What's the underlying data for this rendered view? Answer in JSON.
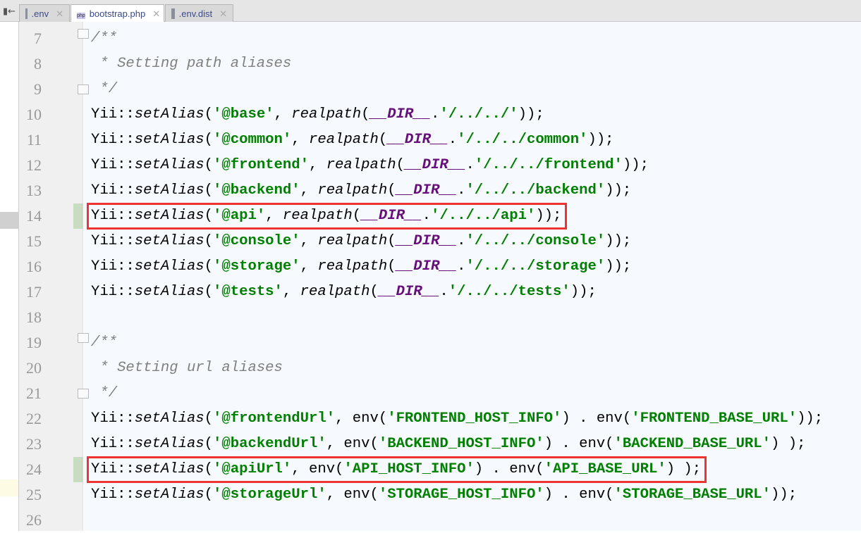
{
  "tabs": [
    {
      "label": ".env",
      "icon": "file-icon",
      "active": false
    },
    {
      "label": "bootstrap.php",
      "icon": "php-file-icon",
      "active": true
    },
    {
      "label": ".env.dist",
      "icon": "file-icon",
      "active": false
    }
  ],
  "php_badge": "php",
  "lines": [
    {
      "n": "7",
      "t": [
        [
          "cm",
          "/**"
        ]
      ],
      "fold": true
    },
    {
      "n": "8",
      "t": [
        [
          "cm",
          " * Setting path aliases"
        ]
      ]
    },
    {
      "n": "9",
      "t": [
        [
          "cm",
          " */"
        ]
      ],
      "fold": true
    },
    {
      "n": "10",
      "t": [
        [
          "p",
          "Yii::"
        ],
        [
          "fn",
          "setAlias"
        ],
        [
          "p",
          "("
        ],
        [
          "str",
          "'@base'"
        ],
        [
          "p",
          ", "
        ],
        [
          "fn",
          "realpath"
        ],
        [
          "p",
          "("
        ],
        [
          "const",
          "__DIR__"
        ],
        [
          "p",
          "."
        ],
        [
          "str",
          "'/../../'"
        ],
        [
          "p",
          "));"
        ]
      ]
    },
    {
      "n": "11",
      "t": [
        [
          "p",
          "Yii::"
        ],
        [
          "fn",
          "setAlias"
        ],
        [
          "p",
          "("
        ],
        [
          "str",
          "'@common'"
        ],
        [
          "p",
          ", "
        ],
        [
          "fn",
          "realpath"
        ],
        [
          "p",
          "("
        ],
        [
          "const",
          "__DIR__"
        ],
        [
          "p",
          "."
        ],
        [
          "str",
          "'/../../common'"
        ],
        [
          "p",
          "));"
        ]
      ]
    },
    {
      "n": "12",
      "t": [
        [
          "p",
          "Yii::"
        ],
        [
          "fn",
          "setAlias"
        ],
        [
          "p",
          "("
        ],
        [
          "str",
          "'@frontend'"
        ],
        [
          "p",
          ", "
        ],
        [
          "fn",
          "realpath"
        ],
        [
          "p",
          "("
        ],
        [
          "const",
          "__DIR__"
        ],
        [
          "p",
          "."
        ],
        [
          "str",
          "'/../../frontend'"
        ],
        [
          "p",
          "));"
        ]
      ]
    },
    {
      "n": "13",
      "t": [
        [
          "p",
          "Yii::"
        ],
        [
          "fn",
          "setAlias"
        ],
        [
          "p",
          "("
        ],
        [
          "str",
          "'@backend'"
        ],
        [
          "p",
          ", "
        ],
        [
          "fn",
          "realpath"
        ],
        [
          "p",
          "("
        ],
        [
          "const",
          "__DIR__"
        ],
        [
          "p",
          "."
        ],
        [
          "str",
          "'/../../backend'"
        ],
        [
          "p",
          "));"
        ]
      ]
    },
    {
      "n": "14",
      "t": [
        [
          "p",
          "Yii::"
        ],
        [
          "fn",
          "setAlias"
        ],
        [
          "p",
          "("
        ],
        [
          "str",
          "'@api'"
        ],
        [
          "p",
          ", "
        ],
        [
          "fn",
          "realpath"
        ],
        [
          "p",
          "("
        ],
        [
          "const",
          "__DIR__"
        ],
        [
          "p",
          "."
        ],
        [
          "str",
          "'/../../api'"
        ],
        [
          "p",
          "));"
        ]
      ],
      "changed": true,
      "highlight": true
    },
    {
      "n": "15",
      "t": [
        [
          "p",
          "Yii::"
        ],
        [
          "fn",
          "setAlias"
        ],
        [
          "p",
          "("
        ],
        [
          "str",
          "'@console'"
        ],
        [
          "p",
          ", "
        ],
        [
          "fn",
          "realpath"
        ],
        [
          "p",
          "("
        ],
        [
          "const",
          "__DIR__"
        ],
        [
          "p",
          "."
        ],
        [
          "str",
          "'/../../console'"
        ],
        [
          "p",
          "));"
        ]
      ]
    },
    {
      "n": "16",
      "t": [
        [
          "p",
          "Yii::"
        ],
        [
          "fn",
          "setAlias"
        ],
        [
          "p",
          "("
        ],
        [
          "str",
          "'@storage'"
        ],
        [
          "p",
          ", "
        ],
        [
          "fn",
          "realpath"
        ],
        [
          "p",
          "("
        ],
        [
          "const",
          "__DIR__"
        ],
        [
          "p",
          "."
        ],
        [
          "str",
          "'/../../storage'"
        ],
        [
          "p",
          "));"
        ]
      ]
    },
    {
      "n": "17",
      "t": [
        [
          "p",
          "Yii::"
        ],
        [
          "fn",
          "setAlias"
        ],
        [
          "p",
          "("
        ],
        [
          "str",
          "'@tests'"
        ],
        [
          "p",
          ", "
        ],
        [
          "fn",
          "realpath"
        ],
        [
          "p",
          "("
        ],
        [
          "const",
          "__DIR__"
        ],
        [
          "p",
          "."
        ],
        [
          "str",
          "'/../../tests'"
        ],
        [
          "p",
          "));"
        ]
      ]
    },
    {
      "n": "18",
      "t": []
    },
    {
      "n": "19",
      "t": [
        [
          "cm",
          "/**"
        ]
      ],
      "fold": true
    },
    {
      "n": "20",
      "t": [
        [
          "cm",
          " * Setting url aliases"
        ]
      ]
    },
    {
      "n": "21",
      "t": [
        [
          "cm",
          " */"
        ]
      ],
      "fold": true
    },
    {
      "n": "22",
      "t": [
        [
          "p",
          "Yii::"
        ],
        [
          "fn",
          "setAlias"
        ],
        [
          "p",
          "("
        ],
        [
          "str",
          "'@frontendUrl'"
        ],
        [
          "p",
          ", env("
        ],
        [
          "str",
          "'FRONTEND_HOST_INFO'"
        ],
        [
          "p",
          ") . env("
        ],
        [
          "str",
          "'FRONTEND_BASE_URL'"
        ],
        [
          "p",
          "));"
        ]
      ]
    },
    {
      "n": "23",
      "t": [
        [
          "p",
          "Yii::"
        ],
        [
          "fn",
          "setAlias"
        ],
        [
          "p",
          "("
        ],
        [
          "str",
          "'@backendUrl'"
        ],
        [
          "p",
          ", env("
        ],
        [
          "str",
          "'BACKEND_HOST_INFO'"
        ],
        [
          "p",
          ") . env("
        ],
        [
          "str",
          "'BACKEND_BASE_URL'"
        ],
        [
          "p",
          ") );"
        ]
      ]
    },
    {
      "n": "24",
      "t": [
        [
          "p",
          "Yii::"
        ],
        [
          "fn",
          "setAlias"
        ],
        [
          "p",
          "("
        ],
        [
          "str",
          "'@apiUrl'"
        ],
        [
          "p",
          ", env("
        ],
        [
          "str",
          "'API_HOST_INFO'"
        ],
        [
          "p",
          ") . env("
        ],
        [
          "str",
          "'API_BASE_URL'"
        ],
        [
          "p",
          ") );"
        ]
      ],
      "changed": true,
      "highlight": true
    },
    {
      "n": "25",
      "t": [
        [
          "p",
          "Yii::"
        ],
        [
          "fn",
          "setAlias"
        ],
        [
          "p",
          "("
        ],
        [
          "str",
          "'@storageUrl'"
        ],
        [
          "p",
          ", env("
        ],
        [
          "str",
          "'STORAGE_HOST_INFO'"
        ],
        [
          "p",
          ") . env("
        ],
        [
          "str",
          "'STORAGE_BASE_URL'"
        ],
        [
          "p",
          "));"
        ]
      ]
    },
    {
      "n": "26",
      "t": []
    }
  ]
}
